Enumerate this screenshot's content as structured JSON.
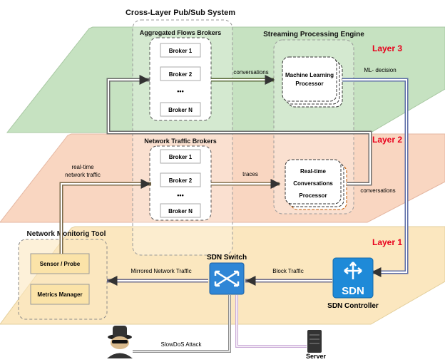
{
  "titles": {
    "system": "Cross-Layer Pub/Sub System",
    "streaming_engine": "Streaming Processing Engine",
    "aggregated_brokers": "Aggregated Flows Brokers",
    "network_brokers": "Network Traffic Brokers",
    "monitoring_tool": "Network Monitorig Tool"
  },
  "layers": {
    "layer3": "Layer 3",
    "layer2": "Layer 2",
    "layer1": "Layer 1",
    "layer_color": "#e8001c",
    "layer3_fill": "#c6e2c1",
    "layer2_fill": "#f9d6c1",
    "layer1_fill": "#fbe7bf"
  },
  "aggregated_brokers": [
    "Broker 1",
    "Broker 2",
    "•••",
    "Broker N"
  ],
  "network_brokers": [
    "Broker 1",
    "Broker 2",
    "•••",
    "Broker N"
  ],
  "processors": {
    "ml": [
      "Machine Learning",
      "Processor"
    ],
    "rt": [
      "Real-time",
      "Conversations",
      "Processor"
    ]
  },
  "monitoring": {
    "sensor": "Sensor / Probe",
    "metrics": "Metrics Manager"
  },
  "edges": {
    "conversations_top": "conversations",
    "ml_decision": "ML- decision",
    "realtime": [
      "real-time",
      "network traffic"
    ],
    "traces": "traces",
    "conversations_side": "conversations",
    "mirrored": "Mirrored Network Traffic",
    "block": "Block Traffic",
    "slowdos": "SlowDoS Attack"
  },
  "devices": {
    "switch": "SDN Switch",
    "controller": "SDN Controller",
    "sdn_logo": "SDN",
    "server": "Server"
  },
  "icons": [
    "switch-icon",
    "sdn-controller-icon",
    "attacker-icon",
    "server-icon"
  ]
}
